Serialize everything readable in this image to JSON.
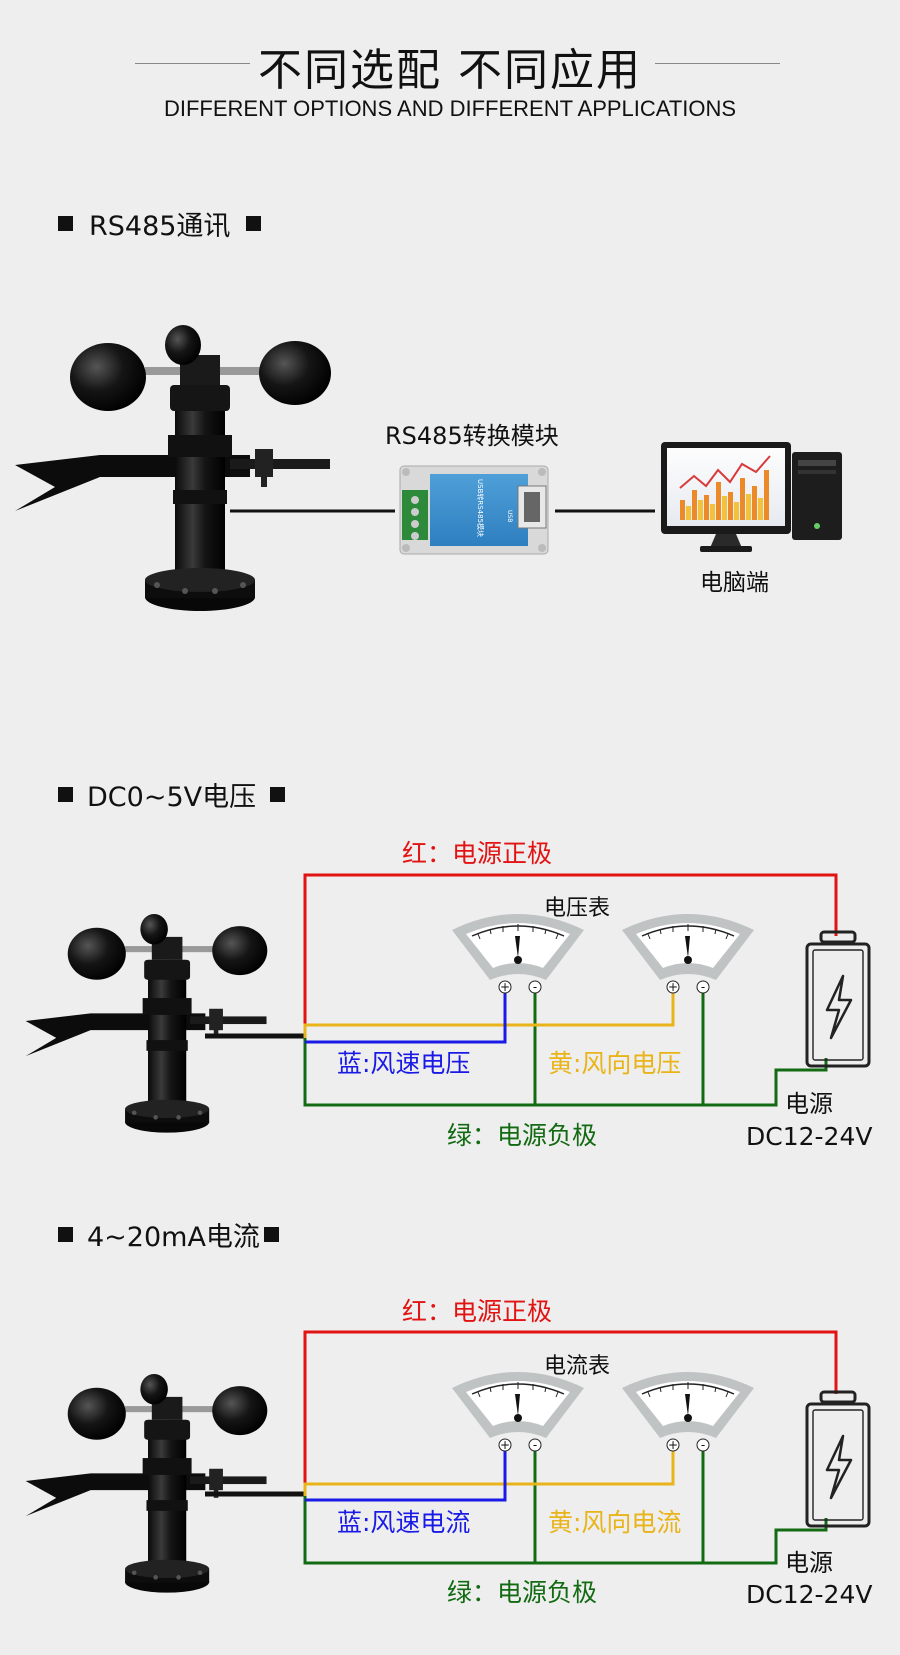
{
  "header": {
    "title_cn": "不同选配 不同应用",
    "title_en": "DIFFERENT OPTIONS AND DIFFERENT APPLICATIONS"
  },
  "rs485": {
    "heading": "RS485通讯",
    "converter_label": "RS485转换模块",
    "pc_label": "电脑端",
    "module_text": "USB转RS485模块",
    "usb_label": "USB"
  },
  "voltage": {
    "heading": "DC0~5V电压",
    "red_label": "红：电源正极",
    "meter_label": "电压表",
    "blue_label": "蓝:风速电压",
    "yellow_label": "黄:风向电压",
    "green_label": "绿：电源负极",
    "power_label": "电源",
    "power_value": "DC12-24V"
  },
  "current": {
    "heading": "4~20mA电流",
    "red_label": "红：电源正极",
    "meter_label": "电流表",
    "blue_label": "蓝:风速电流",
    "yellow_label": "黄:风向电流",
    "green_label": "绿：电源负极",
    "power_label": "电源",
    "power_value": "DC12-24V"
  },
  "meter": {
    "plus": "+",
    "minus": "-"
  },
  "colors": {
    "red": "#e21313",
    "blue": "#1a1ae6",
    "yellow": "#e9b41a",
    "green": "#126a12",
    "black": "#111111"
  }
}
